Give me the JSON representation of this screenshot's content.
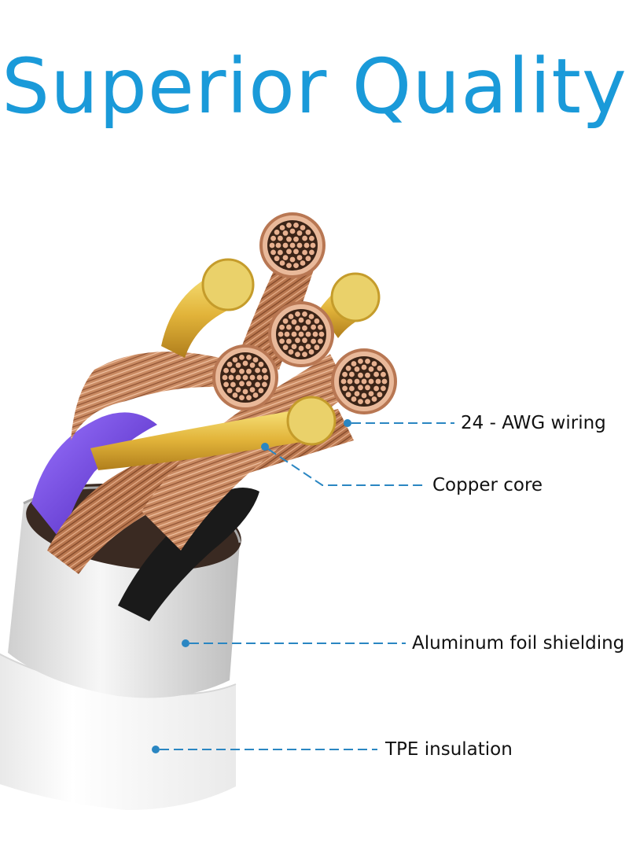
{
  "title": "Superior Quality",
  "colors": {
    "title": "#1a9ad9",
    "callout_line": "#2a86c2",
    "copper": "#c9845c",
    "tinned": "#e8c34a",
    "purple_wire": "#6b3fd6",
    "black_wire": "#1a1a1a",
    "foil": "#d9d9d9",
    "jacket": "#f4f4f4"
  },
  "callouts": [
    {
      "id": "awg",
      "label": "24 - AWG wiring"
    },
    {
      "id": "copper",
      "label": "Copper core"
    },
    {
      "id": "foil",
      "label": "Aluminum foil shielding"
    },
    {
      "id": "tpe",
      "label": "TPE insulation"
    }
  ]
}
